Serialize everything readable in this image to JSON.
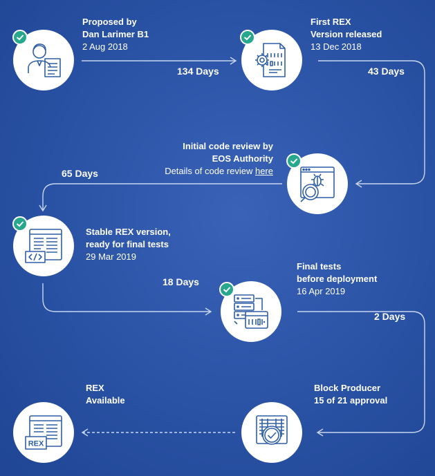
{
  "steps": [
    {
      "title1": "Proposed by",
      "title2": "Dan Larimer B1",
      "date": "2 Aug 2018",
      "icon": "user-document-icon"
    },
    {
      "title1": "First REX",
      "title2": "Version released",
      "date": "13 Dec 2018",
      "icon": "binary-gear-document-icon"
    },
    {
      "title1": "Initial code review by",
      "title2": "EOS Authority",
      "detail_prefix": "Details of code review ",
      "detail_link": "here",
      "icon": "bug-search-icon"
    },
    {
      "title1": "Stable REX version,",
      "title2": "ready for final tests",
      "date": "29 Mar 2019",
      "icon": "code-window-icon"
    },
    {
      "title1": "Final tests",
      "title2": "before deployment",
      "date": "16 Apr 2019",
      "icon": "server-binary-icon"
    },
    {
      "title1": "Block Producer",
      "title2": "15 of 21 approval",
      "icon": "approval-document-icon"
    },
    {
      "title1": "REX",
      "title2": "Available",
      "icon": "rex-window-icon",
      "badge": "REX"
    }
  ],
  "durations": [
    "134 Days",
    "43 Days",
    "65 Days",
    "18 Days",
    "2 Days"
  ],
  "colors": {
    "check": "#27a88e",
    "icon_stroke": "#2f5fa6",
    "line": "#c9d6f2"
  }
}
